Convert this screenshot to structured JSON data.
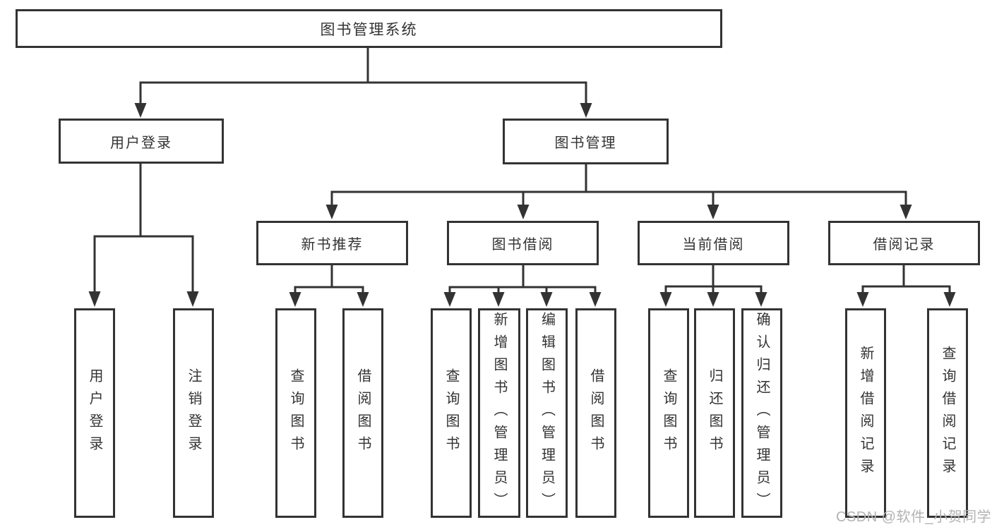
{
  "nodes": {
    "root": {
      "label": "图书管理系统"
    },
    "level2": [
      {
        "label": "用户登录"
      },
      {
        "label": "图书管理"
      }
    ],
    "level3": [
      {
        "label": "新书推荐"
      },
      {
        "label": "图书借阅"
      },
      {
        "label": "当前借阅"
      },
      {
        "label": "借阅记录"
      }
    ],
    "leaves": [
      {
        "label": "用户登录"
      },
      {
        "label": "注销登录"
      },
      {
        "label": "查询图书"
      },
      {
        "label": "借阅图书"
      },
      {
        "label": "查询图书"
      },
      {
        "label": "新增图书（管理员）"
      },
      {
        "label": "编辑图书（管理员）"
      },
      {
        "label": "借阅图书"
      },
      {
        "label": "查询图书"
      },
      {
        "label": "归还图书"
      },
      {
        "label": "确认归还（管理员）"
      },
      {
        "label": "新增借阅记录"
      },
      {
        "label": "查询借阅记录"
      }
    ]
  },
  "watermark": {
    "text": "CSDN @软件_小贺同学"
  },
  "colors": {
    "line": "#333333",
    "box_background": "#ffffff",
    "watermark": "#b3b3b3"
  }
}
